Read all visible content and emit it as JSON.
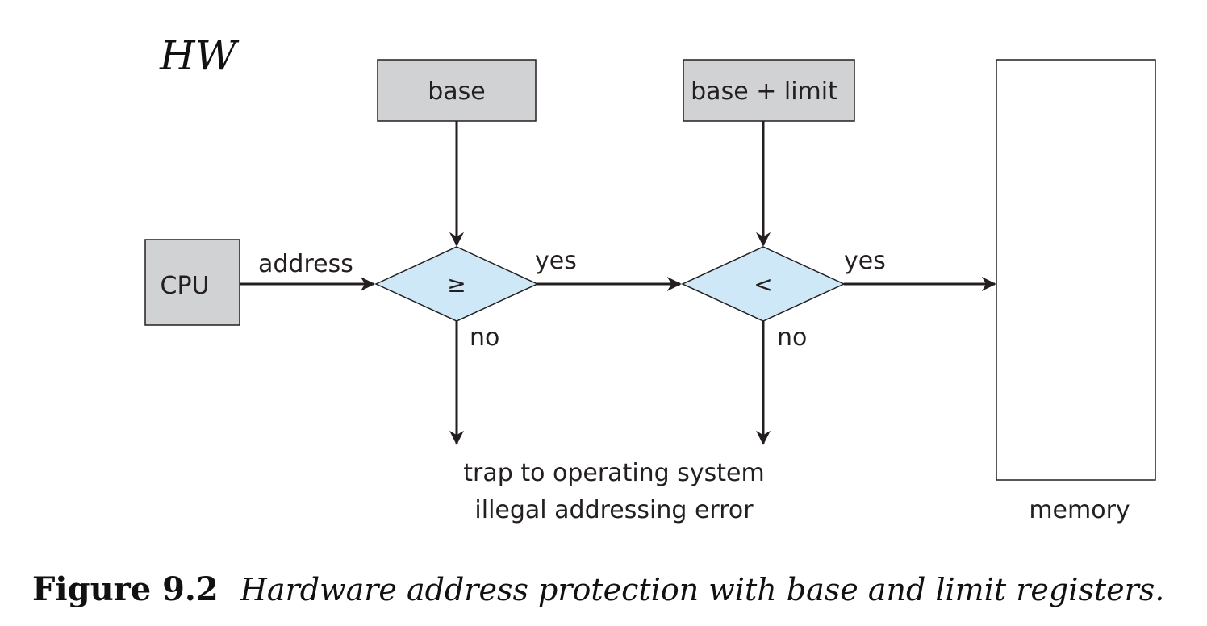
{
  "handwritten_note": "HW",
  "boxes": {
    "base": "base",
    "base_limit": "base + limit",
    "cpu": "CPU",
    "memory": "memory"
  },
  "decisions": {
    "first": "≥",
    "second": "<"
  },
  "edges": {
    "address": "address",
    "yes_1": "yes",
    "yes_2": "yes",
    "no_1": "no",
    "no_2": "no"
  },
  "trap": {
    "line1": "trap to operating system",
    "line2": "illegal addressing error"
  },
  "caption": {
    "number": "Figure 9.2",
    "text": "Hardware address protection with base and limit registers."
  },
  "colors": {
    "register_fill": "#d1d2d4",
    "decision_fill": "#cfe8f8",
    "stroke": "#231f20"
  }
}
